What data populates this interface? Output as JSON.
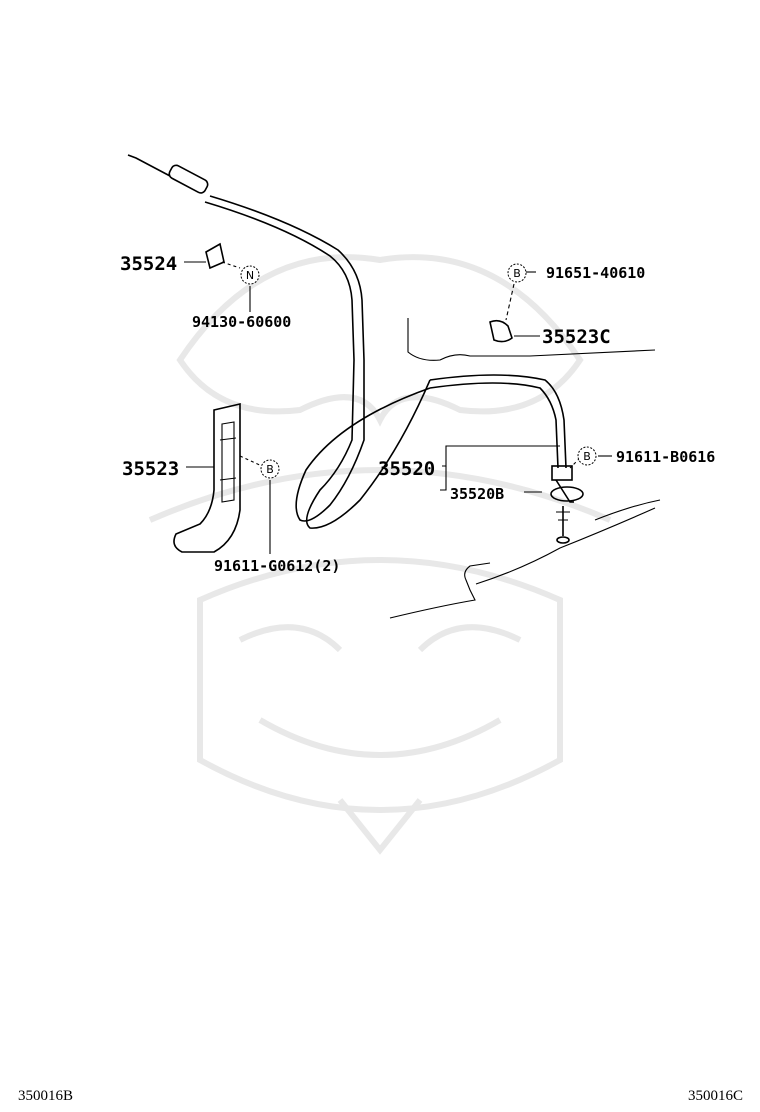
{
  "parts": {
    "p35524": "35524",
    "p94130": "94130-60600",
    "p91651": "91651-40610",
    "p35523C": "35523C",
    "p35523": "35523",
    "p91611G": "91611-G0612(2)",
    "p35520": "35520",
    "p35520B": "35520B",
    "p91611B": "91611-B0616"
  },
  "badges": {
    "n": "N",
    "b": "B"
  },
  "footer": {
    "left": "350016B",
    "right": "350016C"
  },
  "icons": [
    "parking-brake-cable",
    "lever-bracket",
    "clamp",
    "clip",
    "screw",
    "bolt",
    "watermark-samurai"
  ]
}
